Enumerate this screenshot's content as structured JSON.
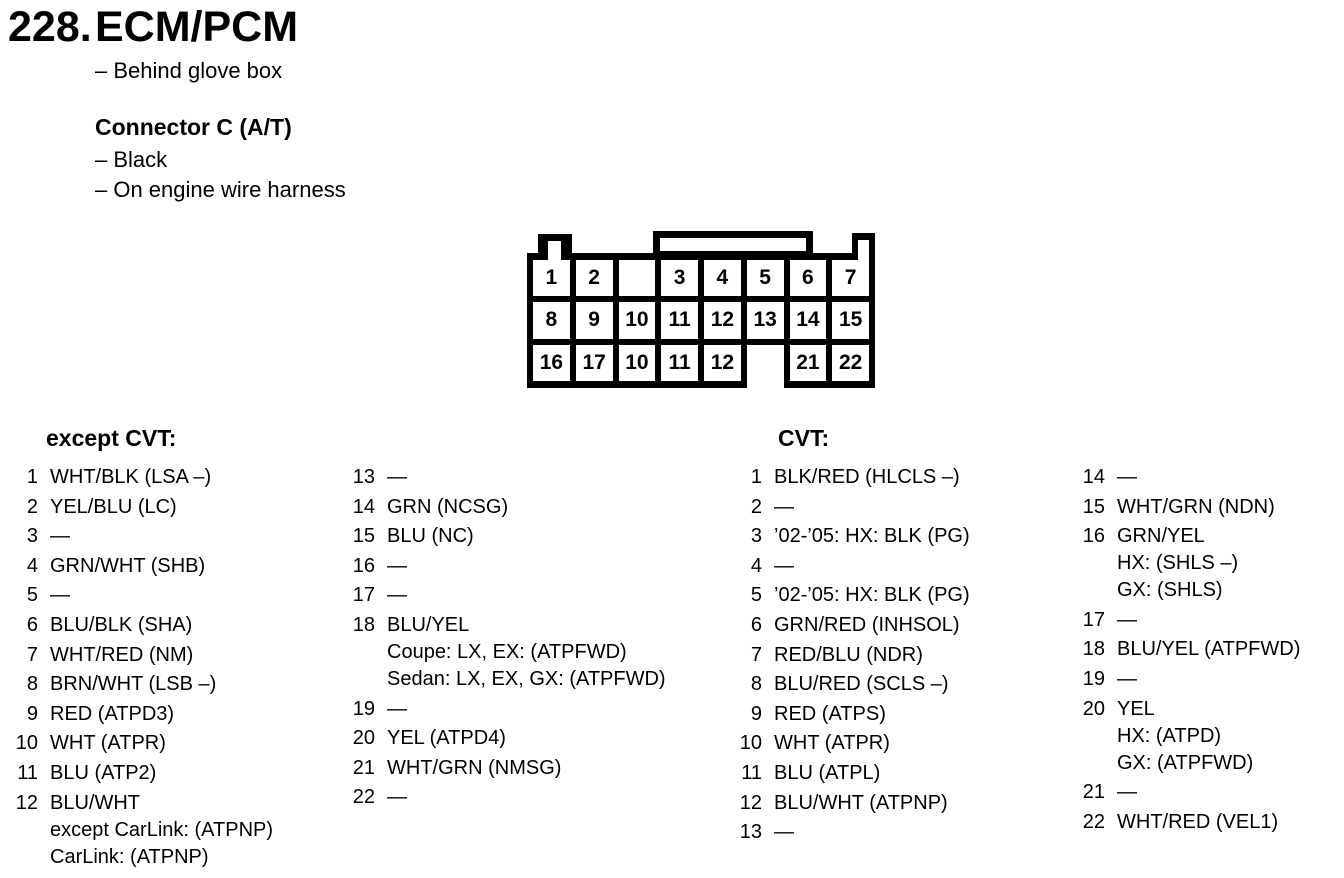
{
  "doc": {
    "number": "228.",
    "title": "ECM/PCM",
    "location": "– Behind glove box",
    "connector_title": "Connector C (A/T)",
    "connector_note_color": "– Black",
    "connector_note_place": "– On engine wire harness"
  },
  "connector_diagram": {
    "rows": [
      [
        {
          "label": "1"
        },
        {
          "label": "2"
        },
        {
          "label": "",
          "blank": true
        },
        {
          "label": "3"
        },
        {
          "label": "4"
        },
        {
          "label": "5"
        },
        {
          "label": "6"
        },
        {
          "label": "7"
        }
      ],
      [
        {
          "label": "8"
        },
        {
          "label": "9"
        },
        {
          "label": "10"
        },
        {
          "label": "11"
        },
        {
          "label": "12"
        },
        {
          "label": "13"
        },
        {
          "label": "14"
        },
        {
          "label": "15"
        }
      ],
      [
        {
          "label": "16"
        },
        {
          "label": "17"
        },
        {
          "label": "10"
        },
        {
          "label": "11"
        },
        {
          "label": "12"
        },
        {
          "label": "",
          "cutout": true
        },
        {
          "label": "21"
        },
        {
          "label": "22"
        }
      ]
    ]
  },
  "pin_lists": [
    {
      "id": "except-cvt",
      "header": "except CVT:",
      "columns": [
        {
          "pins": [
            {
              "num": "1",
              "lines": [
                "WHT/BLK (LSA –)"
              ]
            },
            {
              "num": "2",
              "lines": [
                "YEL/BLU (LC)"
              ]
            },
            {
              "num": "3",
              "lines": [
                "—"
              ]
            },
            {
              "num": "4",
              "lines": [
                "GRN/WHT (SHB)"
              ]
            },
            {
              "num": "5",
              "lines": [
                "—"
              ]
            },
            {
              "num": "6",
              "lines": [
                "BLU/BLK (SHA)"
              ]
            },
            {
              "num": "7",
              "lines": [
                "WHT/RED (NM)"
              ]
            },
            {
              "num": "8",
              "lines": [
                "BRN/WHT (LSB –)"
              ]
            },
            {
              "num": "9",
              "lines": [
                "RED (ATPD3)"
              ]
            },
            {
              "num": "10",
              "lines": [
                "WHT (ATPR)"
              ]
            },
            {
              "num": "11",
              "lines": [
                "BLU (ATP2)"
              ]
            },
            {
              "num": "12",
              "lines": [
                "BLU/WHT",
                "except CarLink: (ATPNP)",
                "CarLink: (ATPNP)"
              ]
            }
          ]
        },
        {
          "pins": [
            {
              "num": "13",
              "lines": [
                "—"
              ]
            },
            {
              "num": "14",
              "lines": [
                "GRN (NCSG)"
              ]
            },
            {
              "num": "15",
              "lines": [
                "BLU (NC)"
              ]
            },
            {
              "num": "16",
              "lines": [
                "—"
              ]
            },
            {
              "num": "17",
              "lines": [
                "—"
              ]
            },
            {
              "num": "18",
              "lines": [
                "BLU/YEL",
                "Coupe: LX, EX: (ATPFWD)",
                "Sedan: LX, EX, GX: (ATPFWD)"
              ]
            },
            {
              "num": "19",
              "lines": [
                "—"
              ]
            },
            {
              "num": "20",
              "lines": [
                "YEL (ATPD4)"
              ]
            },
            {
              "num": "21",
              "lines": [
                "WHT/GRN (NMSG)"
              ]
            },
            {
              "num": "22",
              "lines": [
                "—"
              ]
            }
          ]
        }
      ]
    },
    {
      "id": "cvt",
      "header": "CVT:",
      "columns": [
        {
          "pins": [
            {
              "num": "1",
              "lines": [
                "BLK/RED (HLCLS –)"
              ]
            },
            {
              "num": "2",
              "lines": [
                "—"
              ]
            },
            {
              "num": "3",
              "lines": [
                "’02-’05: HX: BLK (PG)"
              ]
            },
            {
              "num": "4",
              "lines": [
                "—"
              ]
            },
            {
              "num": "5",
              "lines": [
                "’02-’05: HX: BLK (PG)"
              ]
            },
            {
              "num": "6",
              "lines": [
                "GRN/RED (INHSOL)"
              ]
            },
            {
              "num": "7",
              "lines": [
                "RED/BLU (NDR)"
              ]
            },
            {
              "num": "8",
              "lines": [
                "BLU/RED (SCLS –)"
              ]
            },
            {
              "num": "9",
              "lines": [
                "RED (ATPS)"
              ]
            },
            {
              "num": "10",
              "lines": [
                "WHT (ATPR)"
              ]
            },
            {
              "num": "11",
              "lines": [
                "BLU (ATPL)"
              ]
            },
            {
              "num": "12",
              "lines": [
                "BLU/WHT (ATPNP)"
              ]
            },
            {
              "num": "13",
              "lines": [
                "—"
              ]
            }
          ]
        },
        {
          "pins": [
            {
              "num": "14",
              "lines": [
                "—"
              ]
            },
            {
              "num": "15",
              "lines": [
                "WHT/GRN (NDN)"
              ]
            },
            {
              "num": "16",
              "lines": [
                "GRN/YEL",
                "HX: (SHLS –)",
                "GX: (SHLS)"
              ]
            },
            {
              "num": "17",
              "lines": [
                "—"
              ]
            },
            {
              "num": "18",
              "lines": [
                "BLU/YEL (ATPFWD)"
              ]
            },
            {
              "num": "19",
              "lines": [
                "—"
              ]
            },
            {
              "num": "20",
              "lines": [
                "YEL",
                "HX: (ATPD)",
                "GX: (ATPFWD)"
              ]
            },
            {
              "num": "21",
              "lines": [
                "—"
              ]
            },
            {
              "num": "22",
              "lines": [
                "WHT/RED (VEL1)"
              ]
            }
          ]
        }
      ]
    }
  ]
}
